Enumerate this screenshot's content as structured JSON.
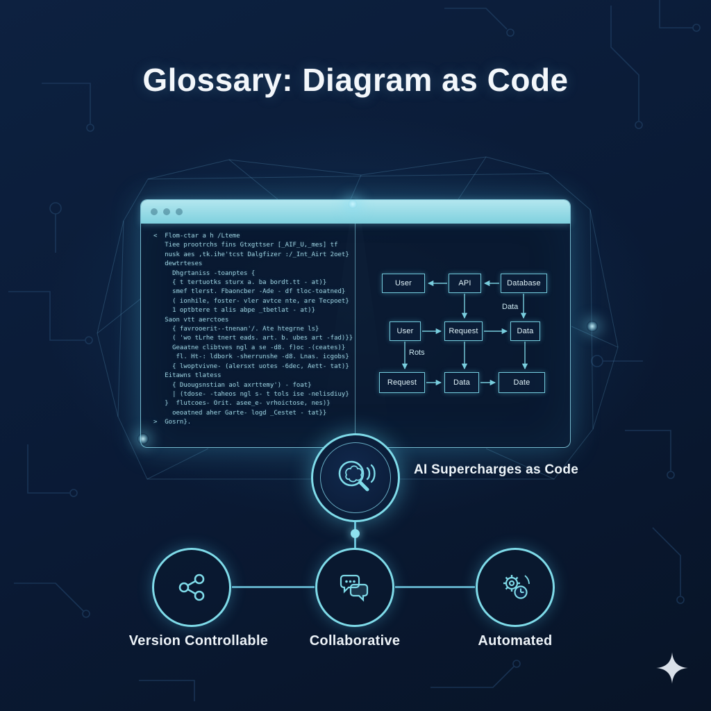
{
  "title": "Glossary: Diagram as Code",
  "window": {
    "code": {
      "lines": [
        "<  Flom-ctar a h /Lteme",
        "   Tiee prootrchs fins Gtxgttser [_AIF_U,_mes] tf",
        "   nusk aes ,tk.ihe'tcst Dalgfizer :/_Int_Airt 2oet}",
        "   dewtrteses",
        "     Dhgrtaniss -toanptes {",
        "     { t tertuotks sturx a. ba bordt.tt - at)}",
        "     smef tlerst. Fbaoncber -Ade - df tloc-toatned}",
        "     ( ionhile, foster- vler avtce nte, are Tecpoet}",
        "     1 optbtere t alis abpe _tbetlat - at)}",
        "   Saon vtt aerctoes",
        "     { favrooerit--tnenan'/. Ate htegrne ls}",
        "     ( 'wo tLrhe tnert eads. art. b. ubes art -fad)}}",
        "     Geaatne clibtves ngl a se -d8. f)oc -(ceates)}",
        "      fl. Ht-: ldbork -sherrunshe -d8. Lnas. icgobs}",
        "     { lwoptvivne- (alersxt uotes -6dec, Aett- tat)}",
        "   Eitawns tlatess",
        "     { Duougsnstian aol axrttemy') - foat}",
        "     | (tdose- -taheos ngl s- t tols ise -nelisdiuy}",
        "   }  flutcoes- Orit. asee_e- vrhoictose, nes)}",
        "     oeoatned aher Garte- logd _Cestet - tat}}",
        ">  Gosrn}."
      ]
    },
    "diagram": {
      "nodes": [
        {
          "label": "User"
        },
        {
          "label": "API"
        },
        {
          "label": "Database"
        },
        {
          "label": "User"
        },
        {
          "label": "Request"
        },
        {
          "label": "Data"
        },
        {
          "label": "Request"
        },
        {
          "label": "Data"
        },
        {
          "label": "Date"
        }
      ],
      "edge_labels": {
        "data": "Data",
        "rots": "Rots"
      }
    }
  },
  "ai_badge": {
    "caption": "AI Supercharges as Code"
  },
  "features": [
    {
      "label": "Version Controllable",
      "icon": "share-nodes-icon"
    },
    {
      "label": "Collaborative",
      "icon": "chat-bubbles-icon"
    },
    {
      "label": "Automated",
      "icon": "gear-clock-icon"
    }
  ],
  "icons": {
    "ai_badge": "magnifier-brain-icon",
    "corner": "sparkle-icon"
  },
  "colors": {
    "background": "#0a1a35",
    "accent": "#7adce8",
    "window_header": "#8fd9e4",
    "text_primary": "#f3f7fb",
    "code_text": "#9fd4e2"
  }
}
